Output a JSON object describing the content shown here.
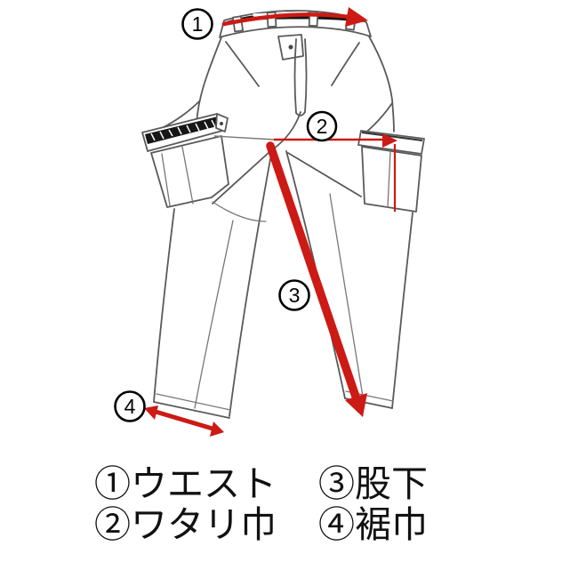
{
  "colors": {
    "arrow": "#cc1a14",
    "outline": "#5a5a5a",
    "dark": "#161616"
  },
  "diagram": {
    "markers": [
      {
        "number": "1"
      },
      {
        "number": "2"
      },
      {
        "number": "3"
      },
      {
        "number": "4"
      }
    ]
  },
  "legend": {
    "rows": [
      {
        "items": [
          {
            "num": "①",
            "label": "ウエスト"
          },
          {
            "num": "③",
            "label": "股下"
          }
        ]
      },
      {
        "items": [
          {
            "num": "②",
            "label": "ワタリ巾"
          },
          {
            "num": "④",
            "label": "裾巾"
          }
        ]
      }
    ]
  }
}
